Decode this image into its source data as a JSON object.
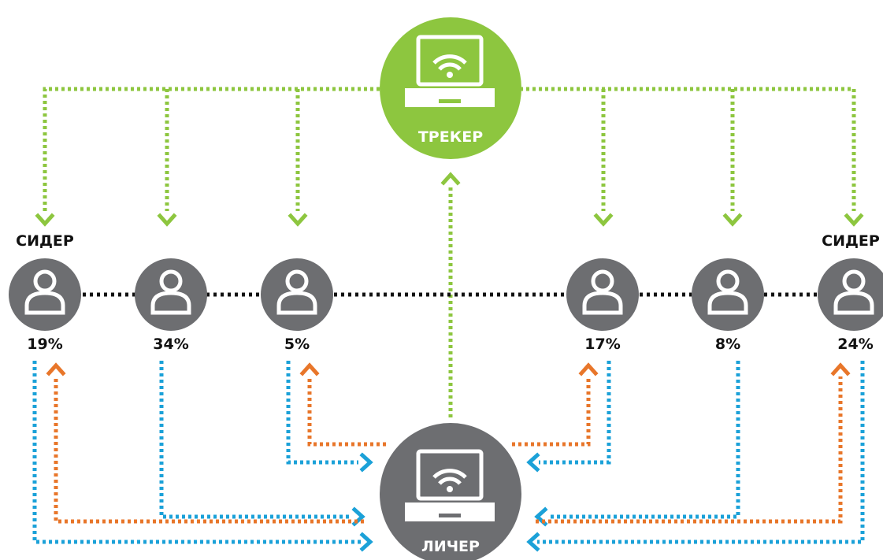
{
  "tracker": {
    "label": "ТРЕКЕР"
  },
  "leecher": {
    "label": "ЛИЧЕР"
  },
  "seeder_label": "СИДЕР",
  "peers": [
    {
      "percent": "19%",
      "role": "seeder"
    },
    {
      "percent": "34%",
      "role": "peer"
    },
    {
      "percent": "5%",
      "role": "peer"
    },
    {
      "percent": "17%",
      "role": "peer"
    },
    {
      "percent": "8%",
      "role": "peer"
    },
    {
      "percent": "24%",
      "role": "seeder"
    }
  ],
  "colors": {
    "tracker": "#8dc63f",
    "node_gray": "#6d6e71",
    "tracker_links": "#8dc63f",
    "download_links": "#1ba1d8",
    "upload_links": "#e8762a",
    "peer_links": "#111111"
  },
  "icons": {
    "node": "laptop-wifi-icon",
    "peer": "user-icon"
  }
}
